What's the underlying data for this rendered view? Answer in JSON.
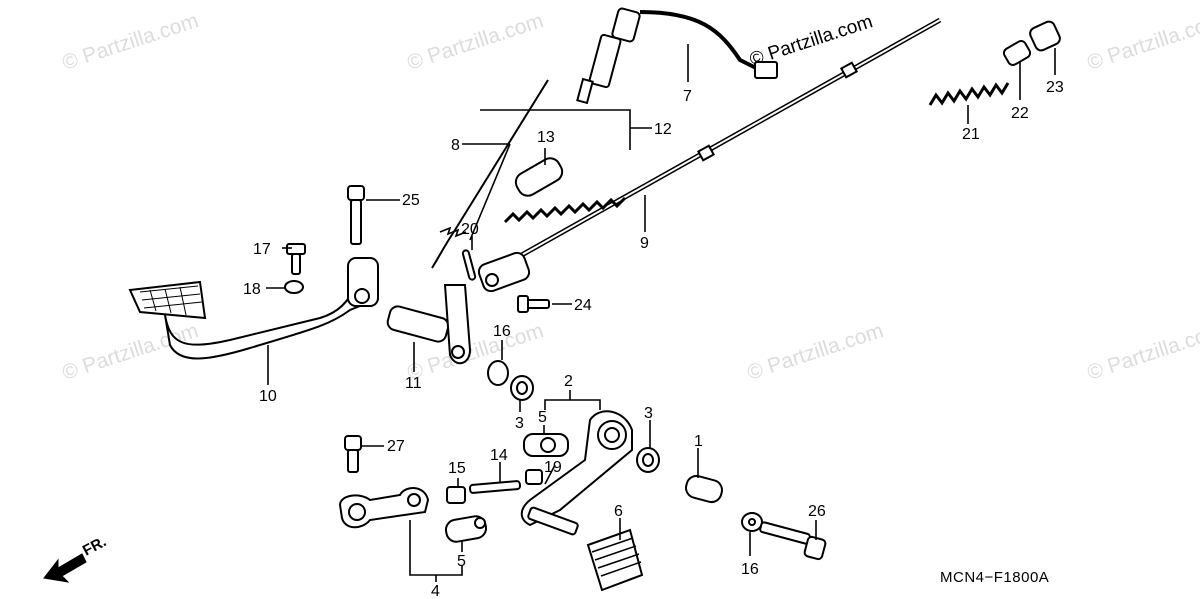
{
  "watermark": {
    "text": "© Partzilla.com",
    "text_corner": "© Partzilla.com"
  },
  "diagram_code": "MCN4−F1800A",
  "direction_label": "FR.",
  "callouts": {
    "c1": "1",
    "c2": "2",
    "c3a": "3",
    "c3b": "3",
    "c4": "4",
    "c5a": "5",
    "c5b": "5",
    "c6": "6",
    "c7": "7",
    "c8": "8",
    "c9": "9",
    "c10": "10",
    "c11": "11",
    "c12": "12",
    "c13": "13",
    "c14": "14",
    "c15": "15",
    "c16a": "16",
    "c16b": "16",
    "c17": "17",
    "c18": "18",
    "c19": "19",
    "c20": "20",
    "c21": "21",
    "c22": "22",
    "c23": "23",
    "c24": "24",
    "c25": "25",
    "c26": "26",
    "c27": "27"
  }
}
